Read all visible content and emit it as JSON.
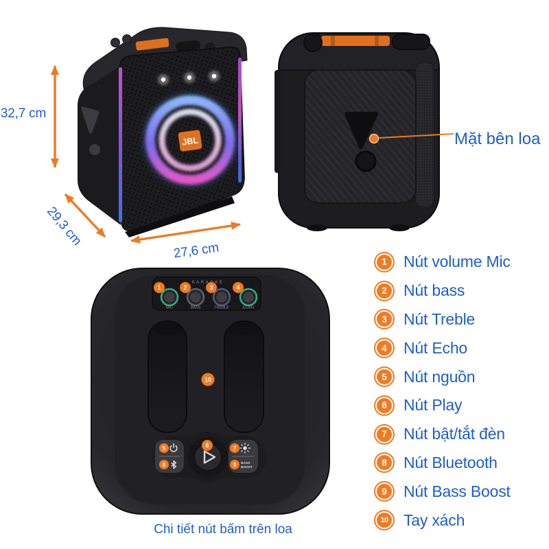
{
  "colors": {
    "text_blue": "#1d5cd6",
    "arrow_orange": "#ee7a1f",
    "badge_orange": "#f5791f",
    "jbl_orange": "#e2711f"
  },
  "front_view": {
    "logo_text": "JBL",
    "dim_height": "32,7 cm",
    "dim_depth": "29,3 cm",
    "dim_width": "27,6 cm"
  },
  "side_view": {
    "callout_label": "Mặt bên loa"
  },
  "top_view": {
    "panel_title": "KARAOKE",
    "knobs": [
      {
        "num": "1",
        "label": "MIC"
      },
      {
        "num": "2",
        "label": "BASS"
      },
      {
        "num": "3",
        "label": "TREBLE"
      },
      {
        "num": "4",
        "label": "ECHO"
      }
    ],
    "handle_num": "10",
    "buttons": {
      "power_num": "5",
      "play_num": "6",
      "light_num": "7",
      "bluetooth_num": "8",
      "bass_boost_num": "9",
      "bass_boost_line1": "BASS",
      "bass_boost_line2": "BOOST"
    },
    "caption": "Chi tiết nút bấm trên loa"
  },
  "legend": {
    "items": [
      {
        "num": "1",
        "label": "Nút volume Mic"
      },
      {
        "num": "2",
        "label": "Nút bass"
      },
      {
        "num": "3",
        "label": "Nút Treble"
      },
      {
        "num": "4",
        "label": "Nút Echo"
      },
      {
        "num": "5",
        "label": "Nút nguồn"
      },
      {
        "num": "6",
        "label": "Nút Play"
      },
      {
        "num": "7",
        "label": "Nút bật/tắt đèn"
      },
      {
        "num": "8",
        "label": "Nút Bluetooth"
      },
      {
        "num": "9",
        "label": "Nút Bass Boost"
      },
      {
        "num": "10",
        "label": "Tay xách"
      }
    ]
  }
}
